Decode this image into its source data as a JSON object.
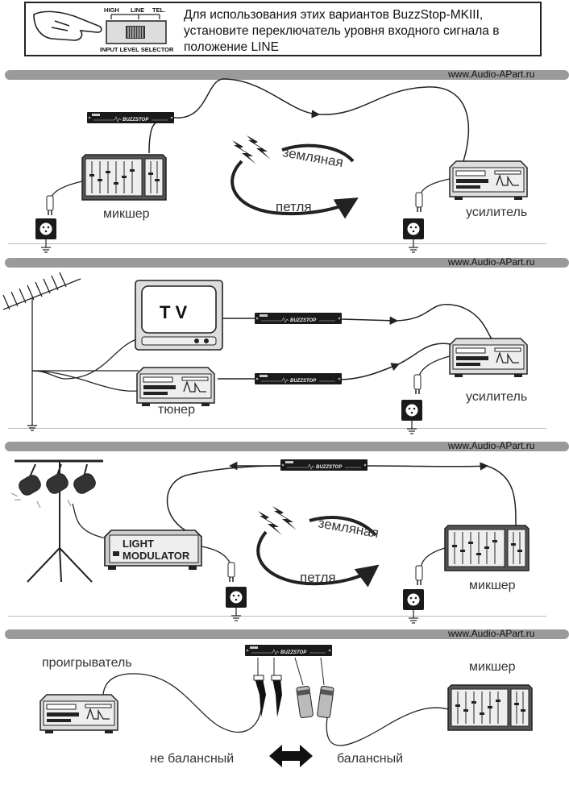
{
  "notice": {
    "selector_labels": [
      "HIGH",
      "LINE",
      "TEL."
    ],
    "selector_caption": "INPUT LEVEL SELECTOR",
    "text": "Для использования этих вариантов BuzzStop-MKIII, установите переключатель уровня входного сигнала в положение LINE"
  },
  "website": "www.Audio-APart.ru",
  "device": {
    "buzzstop_label": "BUZZSTOP"
  },
  "section1": {
    "mixer": "микшер",
    "amplifier": "усилитель",
    "loop_word1": "земляная",
    "loop_word2": "петля"
  },
  "section2": {
    "tv": "T V",
    "tuner": "тюнер",
    "amplifier": "усилитель"
  },
  "section3": {
    "light_line1": "LIGHT",
    "light_line2": "MODULATOR",
    "mixer": "микшер",
    "loop_word1": "земляная",
    "loop_word2": "петля"
  },
  "section4": {
    "player": "проигрыватель",
    "mixer": "микшер",
    "unbalanced": "не балансный",
    "balanced": "балансный"
  },
  "colors": {
    "band": "#9a9a9a",
    "ink": "#222222",
    "panel": "#e8e8e8"
  }
}
